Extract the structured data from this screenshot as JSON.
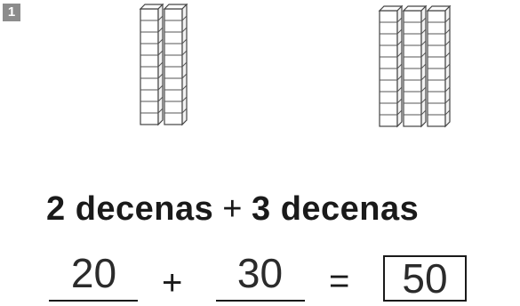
{
  "exercise": {
    "number": "1",
    "left_group": {
      "rods": 2,
      "units_per_rod": 10
    },
    "right_group": {
      "rods": 3,
      "units_per_rod": 10
    },
    "sentence": {
      "part1": "2 decenas",
      "operator": "+",
      "part2": "3 decenas"
    },
    "equation": {
      "addend1": "20",
      "plus": "+",
      "addend2": "30",
      "equals": "=",
      "result": "50"
    }
  },
  "colors": {
    "badge": "#8c8c8c",
    "ink": "#1a1a1a"
  }
}
